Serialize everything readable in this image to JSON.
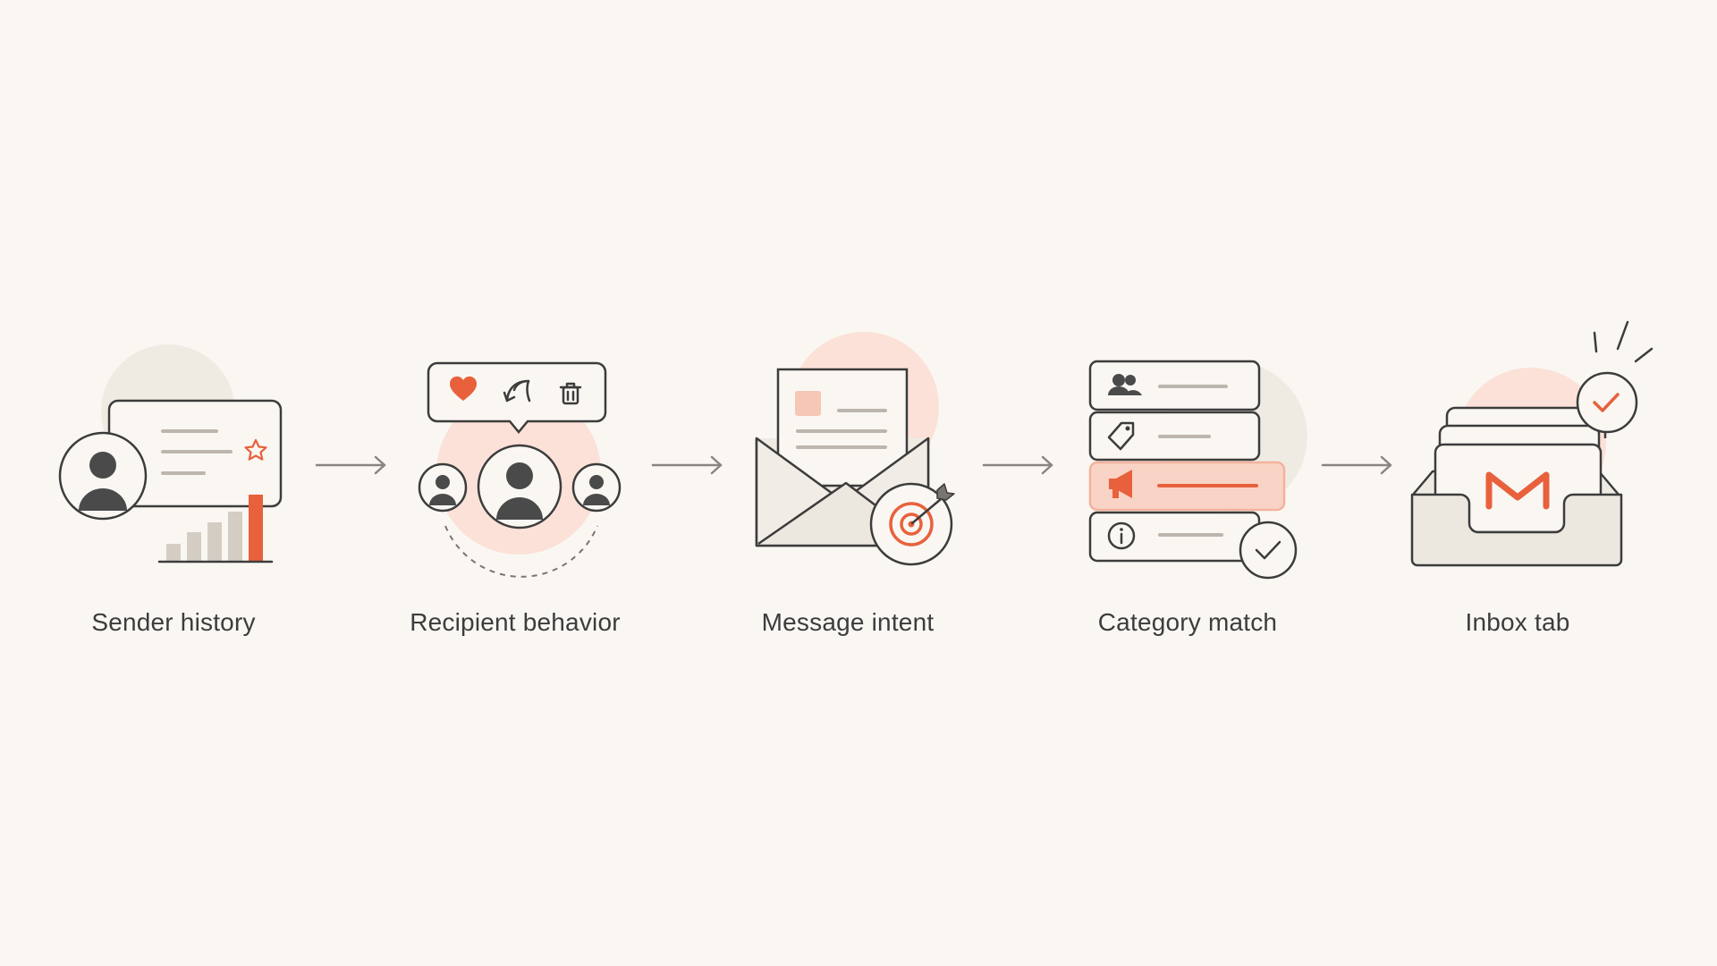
{
  "colors": {
    "background": "#faf7f3",
    "accent": "#e8613c",
    "accent_soft": "#fbe1d7",
    "ink": "#3c3c3c",
    "muted": "#c9c4bc",
    "blob_neutral": "#efebe3"
  },
  "steps": [
    {
      "label": "Sender history",
      "icon": "sender-profile-chart-icon"
    },
    {
      "label": "Recipient behavior",
      "icon": "recipient-reactions-icon"
    },
    {
      "label": "Message intent",
      "icon": "envelope-target-icon"
    },
    {
      "label": "Category match",
      "icon": "category-list-icon"
    },
    {
      "label": "Inbox tab",
      "icon": "inbox-gmail-tray-icon"
    }
  ],
  "connector_icon": "arrow-right-icon"
}
